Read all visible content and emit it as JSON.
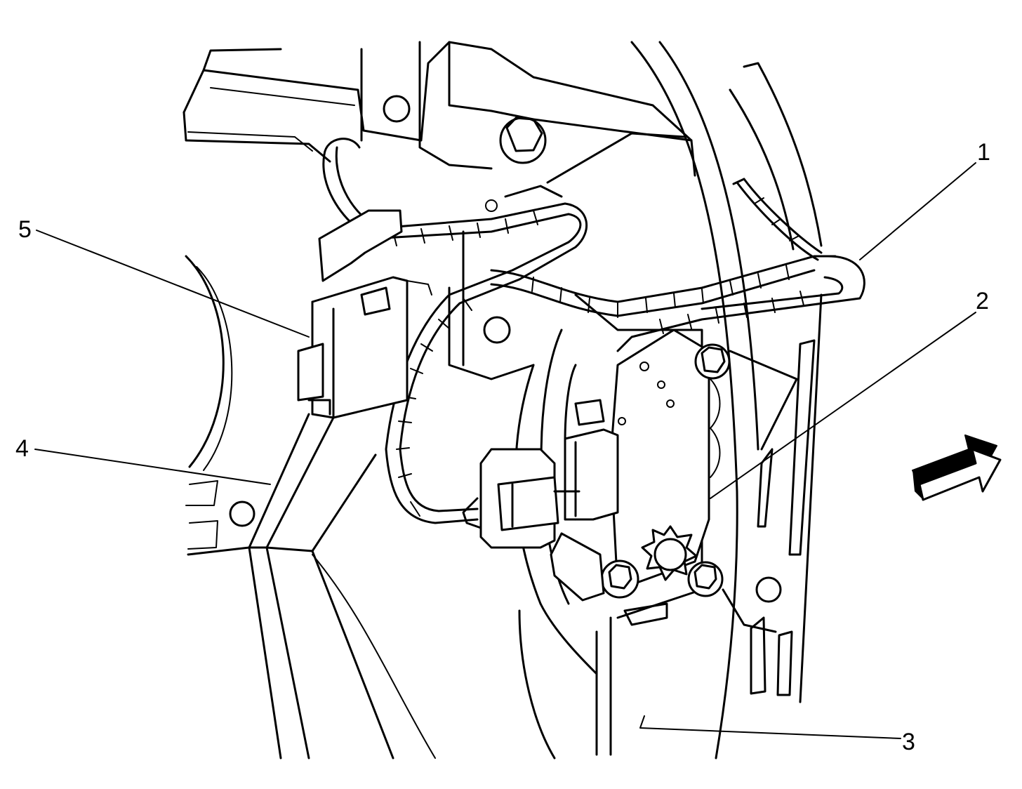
{
  "callouts": [
    {
      "number": "1"
    },
    {
      "number": "2"
    },
    {
      "number": "3"
    },
    {
      "number": "4"
    },
    {
      "number": "5"
    }
  ],
  "colors": {
    "line": "#000000",
    "background": "#ffffff"
  },
  "icons": {
    "direction_arrow": "front-direction-arrow-icon"
  }
}
